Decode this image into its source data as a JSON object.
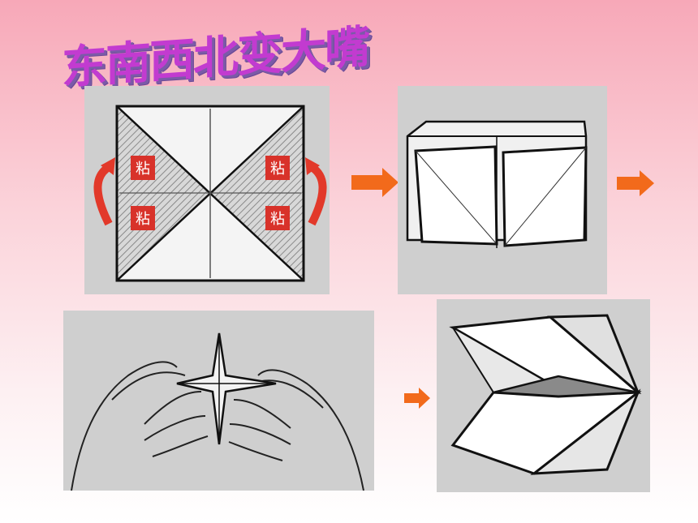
{
  "title": "东南西北变大嘴",
  "steps": [
    {
      "name": "step-1",
      "glue_labels": [
        "粘",
        "粘",
        "粘",
        "粘"
      ]
    },
    {
      "name": "step-2"
    },
    {
      "name": "step-3"
    },
    {
      "name": "step-4"
    }
  ],
  "colors": {
    "arrow": "#f26a1b",
    "title": "#c23bd0",
    "glue_badge": "#d8322a",
    "curl_arrow": "#e2392a"
  }
}
